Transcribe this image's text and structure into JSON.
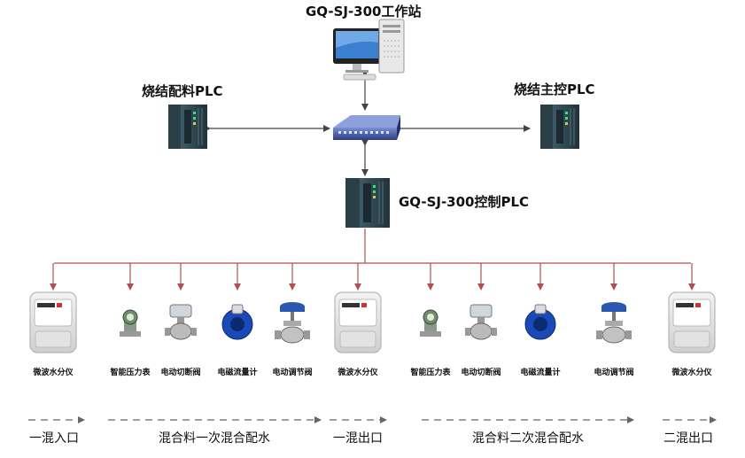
{
  "workstation": {
    "label": "GQ-SJ-300工作站",
    "icon": "computer-icon"
  },
  "plc_batching": {
    "label": "烧结配料PLC",
    "icon": "plc-icon"
  },
  "plc_main": {
    "label": "烧结主控PLC",
    "icon": "plc-icon"
  },
  "plc_control": {
    "label": "GQ-SJ-300控制PLC",
    "icon": "plc-icon"
  },
  "switch": {
    "icon": "network-switch-icon"
  },
  "devices": [
    {
      "label": "微波水分仪",
      "icon": "microwave-moisture-meter-icon"
    },
    {
      "label": "智能压力表",
      "icon": "pressure-gauge-icon"
    },
    {
      "label": "电动切断阀",
      "icon": "shutoff-valve-icon"
    },
    {
      "label": "电磁流量计",
      "icon": "flow-meter-icon"
    },
    {
      "label": "电动调节阀",
      "icon": "control-valve-icon"
    },
    {
      "label": "微波水分仪",
      "icon": "microwave-moisture-meter-icon"
    },
    {
      "label": "智能压力表",
      "icon": "pressure-gauge-icon"
    },
    {
      "label": "电动切断阀",
      "icon": "shutoff-valve-icon"
    },
    {
      "label": "电磁流量计",
      "icon": "flow-meter-icon"
    },
    {
      "label": "电动调节阀",
      "icon": "control-valve-icon"
    },
    {
      "label": "微波水分仪",
      "icon": "microwave-moisture-meter-icon"
    }
  ],
  "sections": [
    {
      "label": "一混入口"
    },
    {
      "label": "混合料一次混合配水"
    },
    {
      "label": "一混出口"
    },
    {
      "label": "混合料二次混合配水"
    },
    {
      "label": "二混出口"
    }
  ],
  "colors": {
    "bus_line": "#b05050",
    "link_line": "#444444",
    "plc_body": "#2f4a55",
    "switch_body": "#4a5fa8"
  }
}
